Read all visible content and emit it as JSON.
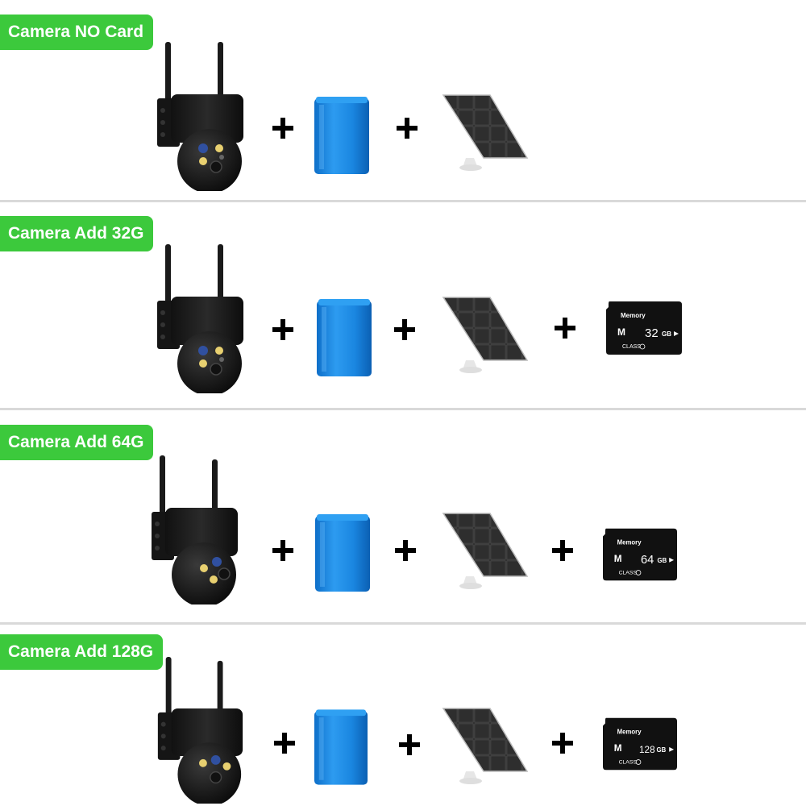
{
  "rows": [
    {
      "label": "Camera NO Card",
      "card": null
    },
    {
      "label": "Camera Add 32G",
      "card": {
        "brand": "Memory",
        "size": "32",
        "unit": "GB",
        "class": "CLASS"
      }
    },
    {
      "label": "Camera Add 64G",
      "card": {
        "brand": "Memory",
        "size": "64",
        "unit": "GB",
        "class": "CLASS"
      }
    },
    {
      "label": "Camera Add 128G",
      "card": {
        "brand": "Memory",
        "size": "128",
        "unit": "GB",
        "class": "CLASS"
      }
    }
  ],
  "icons": [
    "camera-icon",
    "battery-icon",
    "solar-panel-icon",
    "sd-card-icon",
    "plus-icon"
  ],
  "colors": {
    "label_bg": "#3cc93c",
    "battery": "#1e8fe8",
    "divider": "#d9d9d9"
  }
}
